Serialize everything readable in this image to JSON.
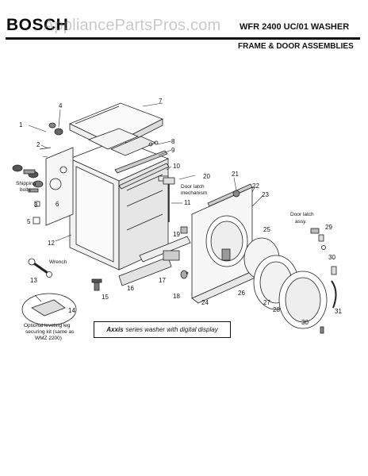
{
  "header": {
    "brand": "BOSCH",
    "model": "WFR 2400 UC/01 WASHER",
    "subtitle": "FRAME & DOOR ASSEMBLIES",
    "watermark": "AppliancePartsPros.com"
  },
  "callouts": [
    "1",
    "2",
    "3",
    "4",
    "5",
    "6",
    "7",
    "8",
    "9",
    "10",
    "11",
    "12",
    "13",
    "14",
    "15",
    "16",
    "17",
    "18",
    "19",
    "20",
    "21",
    "22",
    "23",
    "24",
    "25",
    "26",
    "27",
    "28",
    "29",
    "30",
    "31"
  ],
  "labels": {
    "shipping_bolts_1": "Shipping",
    "shipping_bolts_2": "bolts",
    "door_latch_mechanism_1": "Door latch",
    "door_latch_mechanism_2": "mechanism",
    "door_latch_assy_1": "Door latch",
    "door_latch_assy_2": "assy.",
    "wrench": "Wrench",
    "leveling_kit_1": "Optional leveling leg",
    "leveling_kit_2": "securing kit (same as",
    "leveling_kit_3": "WMZ 2200)"
  },
  "note": {
    "brand": "Axxis",
    "text": "series washer with digital display"
  }
}
